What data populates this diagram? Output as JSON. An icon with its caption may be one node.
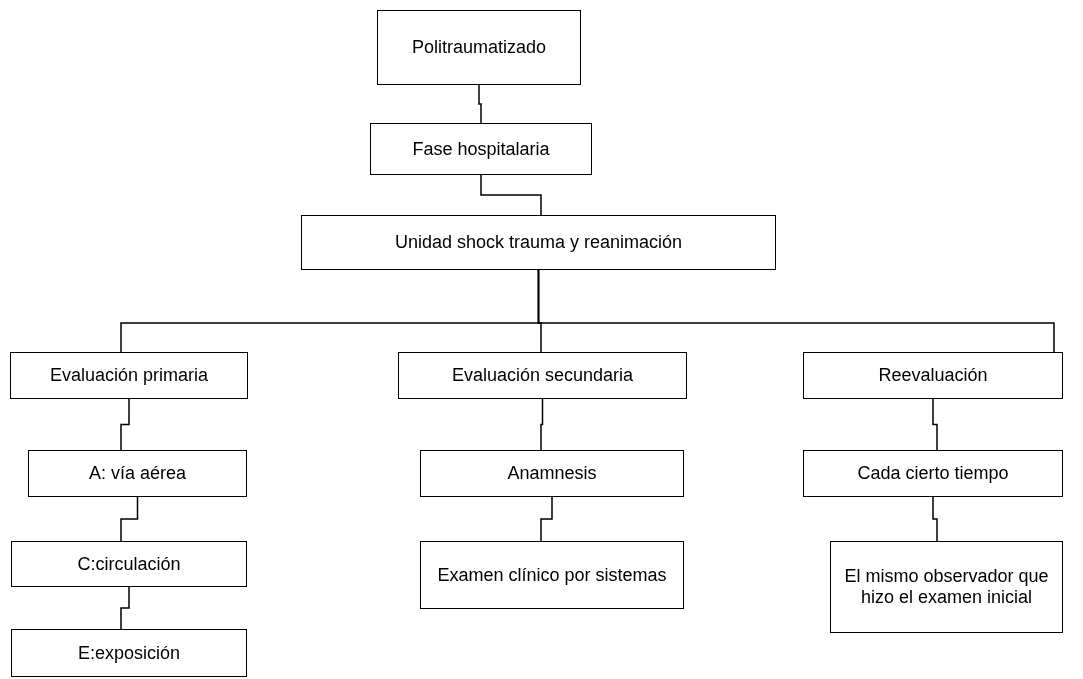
{
  "diagram": {
    "nodes": [
      {
        "text": [
          "Politraumatizado"
        ]
      },
      {
        "text": [
          "Fase hospitalaria"
        ]
      },
      {
        "text": [
          "Unidad shock trauma y reanimación"
        ]
      },
      {
        "text": [
          "Evaluación primaria"
        ]
      },
      {
        "text": [
          "Evaluación secundaria"
        ]
      },
      {
        "text": [
          "Reevaluación"
        ]
      },
      {
        "text": [
          "A: vía aérea"
        ]
      },
      {
        "text": [
          "C:circulación"
        ]
      },
      {
        "text": [
          "E:exposición"
        ]
      },
      {
        "text": [
          "Anamnesis"
        ]
      },
      {
        "text": [
          "Examen clínico por sistemas"
        ]
      },
      {
        "text": [
          "Cada cierto tiempo"
        ]
      },
      {
        "text": [
          "El mismo observador que hizo el examen inicial"
        ]
      }
    ],
    "edges": [
      {
        "from": 0,
        "to": 1,
        "arrow": "none"
      },
      {
        "from": 1,
        "to": 2,
        "arrow": "none"
      },
      {
        "from": 2,
        "to": 3,
        "arrow": "none"
      },
      {
        "from": 2,
        "to": 4,
        "arrow": "none"
      },
      {
        "from": 2,
        "to": 5,
        "arrow": "none"
      },
      {
        "from": 3,
        "to": 6,
        "arrow": "none"
      },
      {
        "from": 6,
        "to": 7,
        "arrow": "none"
      },
      {
        "from": 7,
        "to": 8,
        "arrow": "none"
      },
      {
        "from": 4,
        "to": 9,
        "arrow": "none"
      },
      {
        "from": 9,
        "to": 10,
        "arrow": "none"
      },
      {
        "from": 5,
        "to": 11,
        "arrow": "none"
      },
      {
        "from": 11,
        "to": 12,
        "arrow": "none"
      }
    ]
  }
}
